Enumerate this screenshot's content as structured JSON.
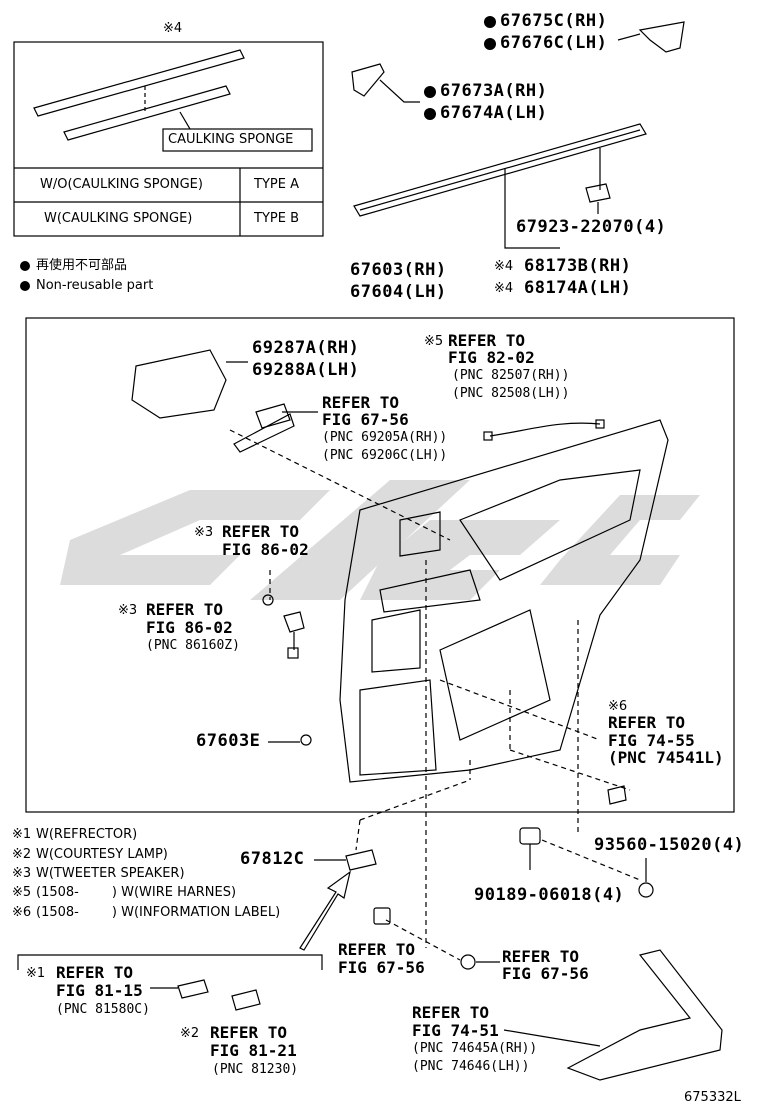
{
  "inset": {
    "marker": "※4",
    "caulking_label": "CAULKING SPONGE",
    "rows": [
      {
        "condition": "W/O(CAULKING SPONGE)",
        "type": "TYPE A"
      },
      {
        "condition": "W(CAULKING SPONGE)",
        "type": "TYPE B"
      }
    ]
  },
  "legend": {
    "line1": "再使用不可部品",
    "line2": "Non-reusable part"
  },
  "parts": {
    "p67675": "67675C(RH)",
    "p67676": "67676C(LH)",
    "p67673": "67673A(RH)",
    "p67674": "67674A(LH)",
    "p67923": "67923-22070(4)",
    "p68173_mark": "※4",
    "p68173": "68173B(RH)",
    "p68174_mark": "※4",
    "p68174": "68174A(LH)",
    "p67603": "67603(RH)",
    "p67604": "67604(LH)",
    "p69287": "69287A(RH)",
    "p69288": "69288A(LH)",
    "p67603e": "67603E",
    "p67812c": "67812C",
    "p93560": "93560-15020(4)",
    "p90189": "90189-06018(4)",
    "diagram_id": "675332L"
  },
  "refs": {
    "r8202": {
      "mark": "※5",
      "l1": "REFER TO",
      "l2": "FIG 82-02",
      "l3": "(PNC 82507(RH))",
      "l4": "(PNC 82508(LH))"
    },
    "r6756a": {
      "l1": "REFER TO",
      "l2": "FIG 67-56",
      "l3": "(PNC 69205A(RH))",
      "l4": "(PNC 69206C(LH))"
    },
    "r8602a": {
      "mark": "※3",
      "l1": "REFER TO",
      "l2": "FIG 86-02"
    },
    "r8602b": {
      "mark": "※3",
      "l1": "REFER TO",
      "l2": "FIG 86-02",
      "l3": "(PNC 86160Z)"
    },
    "r7455": {
      "mark": "※6",
      "l1": "REFER TO",
      "l2": "FIG 74-55",
      "l3": "(PNC 74541L)"
    },
    "r6756b": {
      "l1": "REFER TO",
      "l2": "FIG 67-56"
    },
    "r6756c": {
      "l1": "REFER TO",
      "l2": "FIG 67-56"
    },
    "r8115": {
      "mark": "※1",
      "l1": "REFER TO",
      "l2": "FIG 81-15",
      "l3": "(PNC 81580C)"
    },
    "r8121": {
      "mark": "※2",
      "l1": "REFER TO",
      "l2": "FIG 81-21",
      "l3": "(PNC 81230)"
    },
    "r7451": {
      "l1": "REFER TO",
      "l2": "FIG 74-51",
      "l3": "(PNC 74645A(RH))",
      "l4": "(PNC 74646(LH))"
    }
  },
  "notes": [
    {
      "mark": "※1",
      "text": "W(REFRECTOR)"
    },
    {
      "mark": "※2",
      "text": "W(COURTESY LAMP)"
    },
    {
      "mark": "※3",
      "text": "W(TWEETER SPEAKER)"
    },
    {
      "mark": "※5",
      "text": "(1508-        ) W(WIRE HARNES)"
    },
    {
      "mark": "※6",
      "text": "(1508-        ) W(INFORMATION LABEL)"
    }
  ],
  "colors": {
    "line": "#000000",
    "watermark": "#d4d4d4"
  }
}
